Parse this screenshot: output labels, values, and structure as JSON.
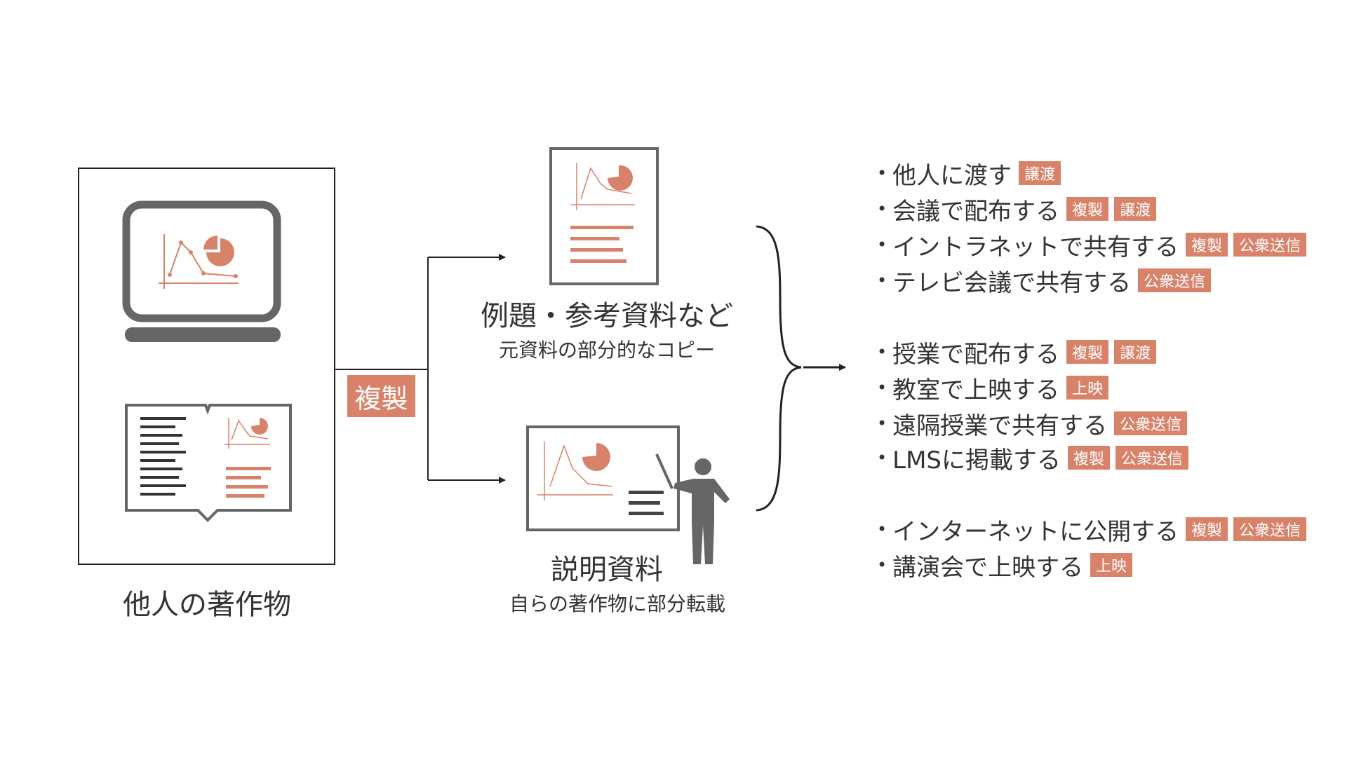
{
  "source": {
    "label": "他人の著作物"
  },
  "copy_tag": "複製",
  "example": {
    "title": "例題・参考資料など",
    "subtitle": "元資料の部分的なコピー"
  },
  "explanation": {
    "title": "説明資料",
    "subtitle": "自らの著作物に部分転載"
  },
  "colors": {
    "accent": "#d9826a",
    "dark": "#6b6b6b",
    "text": "#333333"
  },
  "usage_groups": [
    {
      "items": [
        {
          "label": "他人に渡す",
          "tags": [
            "譲渡"
          ]
        },
        {
          "label": "会議で配布する",
          "tags": [
            "複製",
            "譲渡"
          ]
        },
        {
          "label": "イントラネットで共有する",
          "tags": [
            "複製",
            "公衆送信"
          ]
        },
        {
          "label": "テレビ会議で共有する",
          "tags": [
            "公衆送信"
          ]
        }
      ]
    },
    {
      "items": [
        {
          "label": "授業で配布する",
          "tags": [
            "複製",
            "譲渡"
          ]
        },
        {
          "label": "教室で上映する",
          "tags": [
            "上映"
          ]
        },
        {
          "label": "遠隔授業で共有する",
          "tags": [
            "公衆送信"
          ]
        },
        {
          "label": "LMSに掲載する",
          "tags": [
            "複製",
            "公衆送信"
          ]
        }
      ]
    },
    {
      "items": [
        {
          "label": "インターネットに公開する",
          "tags": [
            "複製",
            "公衆送信"
          ]
        },
        {
          "label": "講演会で上映する",
          "tags": [
            "上映"
          ]
        }
      ]
    }
  ]
}
